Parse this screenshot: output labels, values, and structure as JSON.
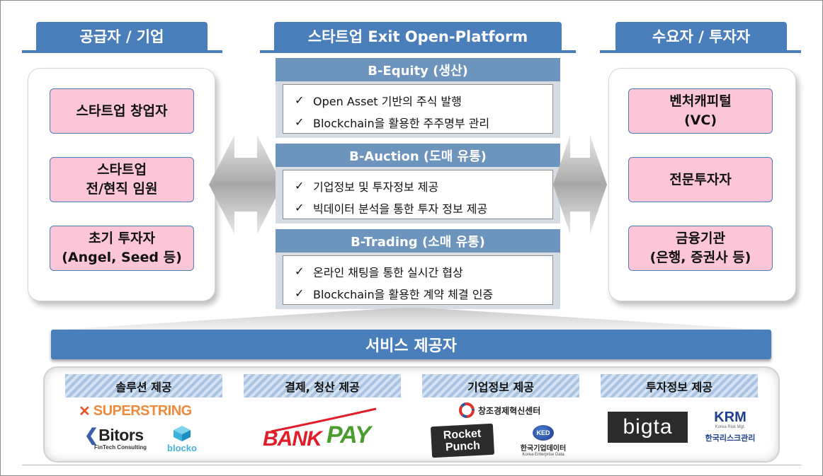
{
  "left": {
    "title": "공급자 / 기업",
    "items": [
      {
        "line1": "스타트업 창업자",
        "line2": ""
      },
      {
        "line1": "스타트업",
        "line2": "전/현직 임원"
      },
      {
        "line1": "초기 투자자",
        "line2": "(Angel, Seed 등)"
      }
    ]
  },
  "center": {
    "title": "스타트업 Exit Open-Platform",
    "sections": [
      {
        "title": "B-Equity (생산)",
        "items": [
          "Open Asset 기반의 주식 발행",
          "Blockchain을 활용한 주주명부 관리"
        ]
      },
      {
        "title": "B-Auction (도매 유통)",
        "items": [
          "기업정보 및 투자정보 제공",
          "빅데이터 분석을 통한 투자 정보 제공"
        ]
      },
      {
        "title": "B-Trading (소매 유통)",
        "items": [
          "온라인 채팅을 통한 실시간 협상",
          "Blockchain을 활용한 계약 체결 인증"
        ]
      }
    ],
    "check_mark": "✓"
  },
  "right": {
    "title": "수요자 / 투자자",
    "items": [
      {
        "line1": "벤처캐피털",
        "line2": "(VC)"
      },
      {
        "line1": "전문투자자",
        "line2": ""
      },
      {
        "line1": "금융기관",
        "line2": "(은행, 증권사 등)"
      }
    ]
  },
  "services": {
    "title": "서비스 제공자",
    "categories": [
      "솔루션 제공",
      "결제, 청산 제공",
      "기업정보 제공",
      "투자정보 제공"
    ],
    "logos": {
      "superstring": "SUPERSTRING",
      "bitors": "Bitors",
      "bitors_sub": "FinTech Consulting",
      "blocko": "blocko",
      "bankpay_bank": "BANK",
      "bankpay_pay": "PAY",
      "changjo": "창조경제혁신센터",
      "rocket": "Rocket",
      "punch": "Punch",
      "ked": "KED",
      "ked_kr": "한국기업데이터",
      "ked_en": "Korea Enterprise Data",
      "bigta": "bigta",
      "krm": "KRM",
      "krm_sub": "Korea Risk Mgt.",
      "krm_kr": "한국리스크관리"
    }
  },
  "colors": {
    "accent": "#4a7ebb",
    "pink": "#fcc6d8",
    "section_header": "#6d94bd"
  }
}
